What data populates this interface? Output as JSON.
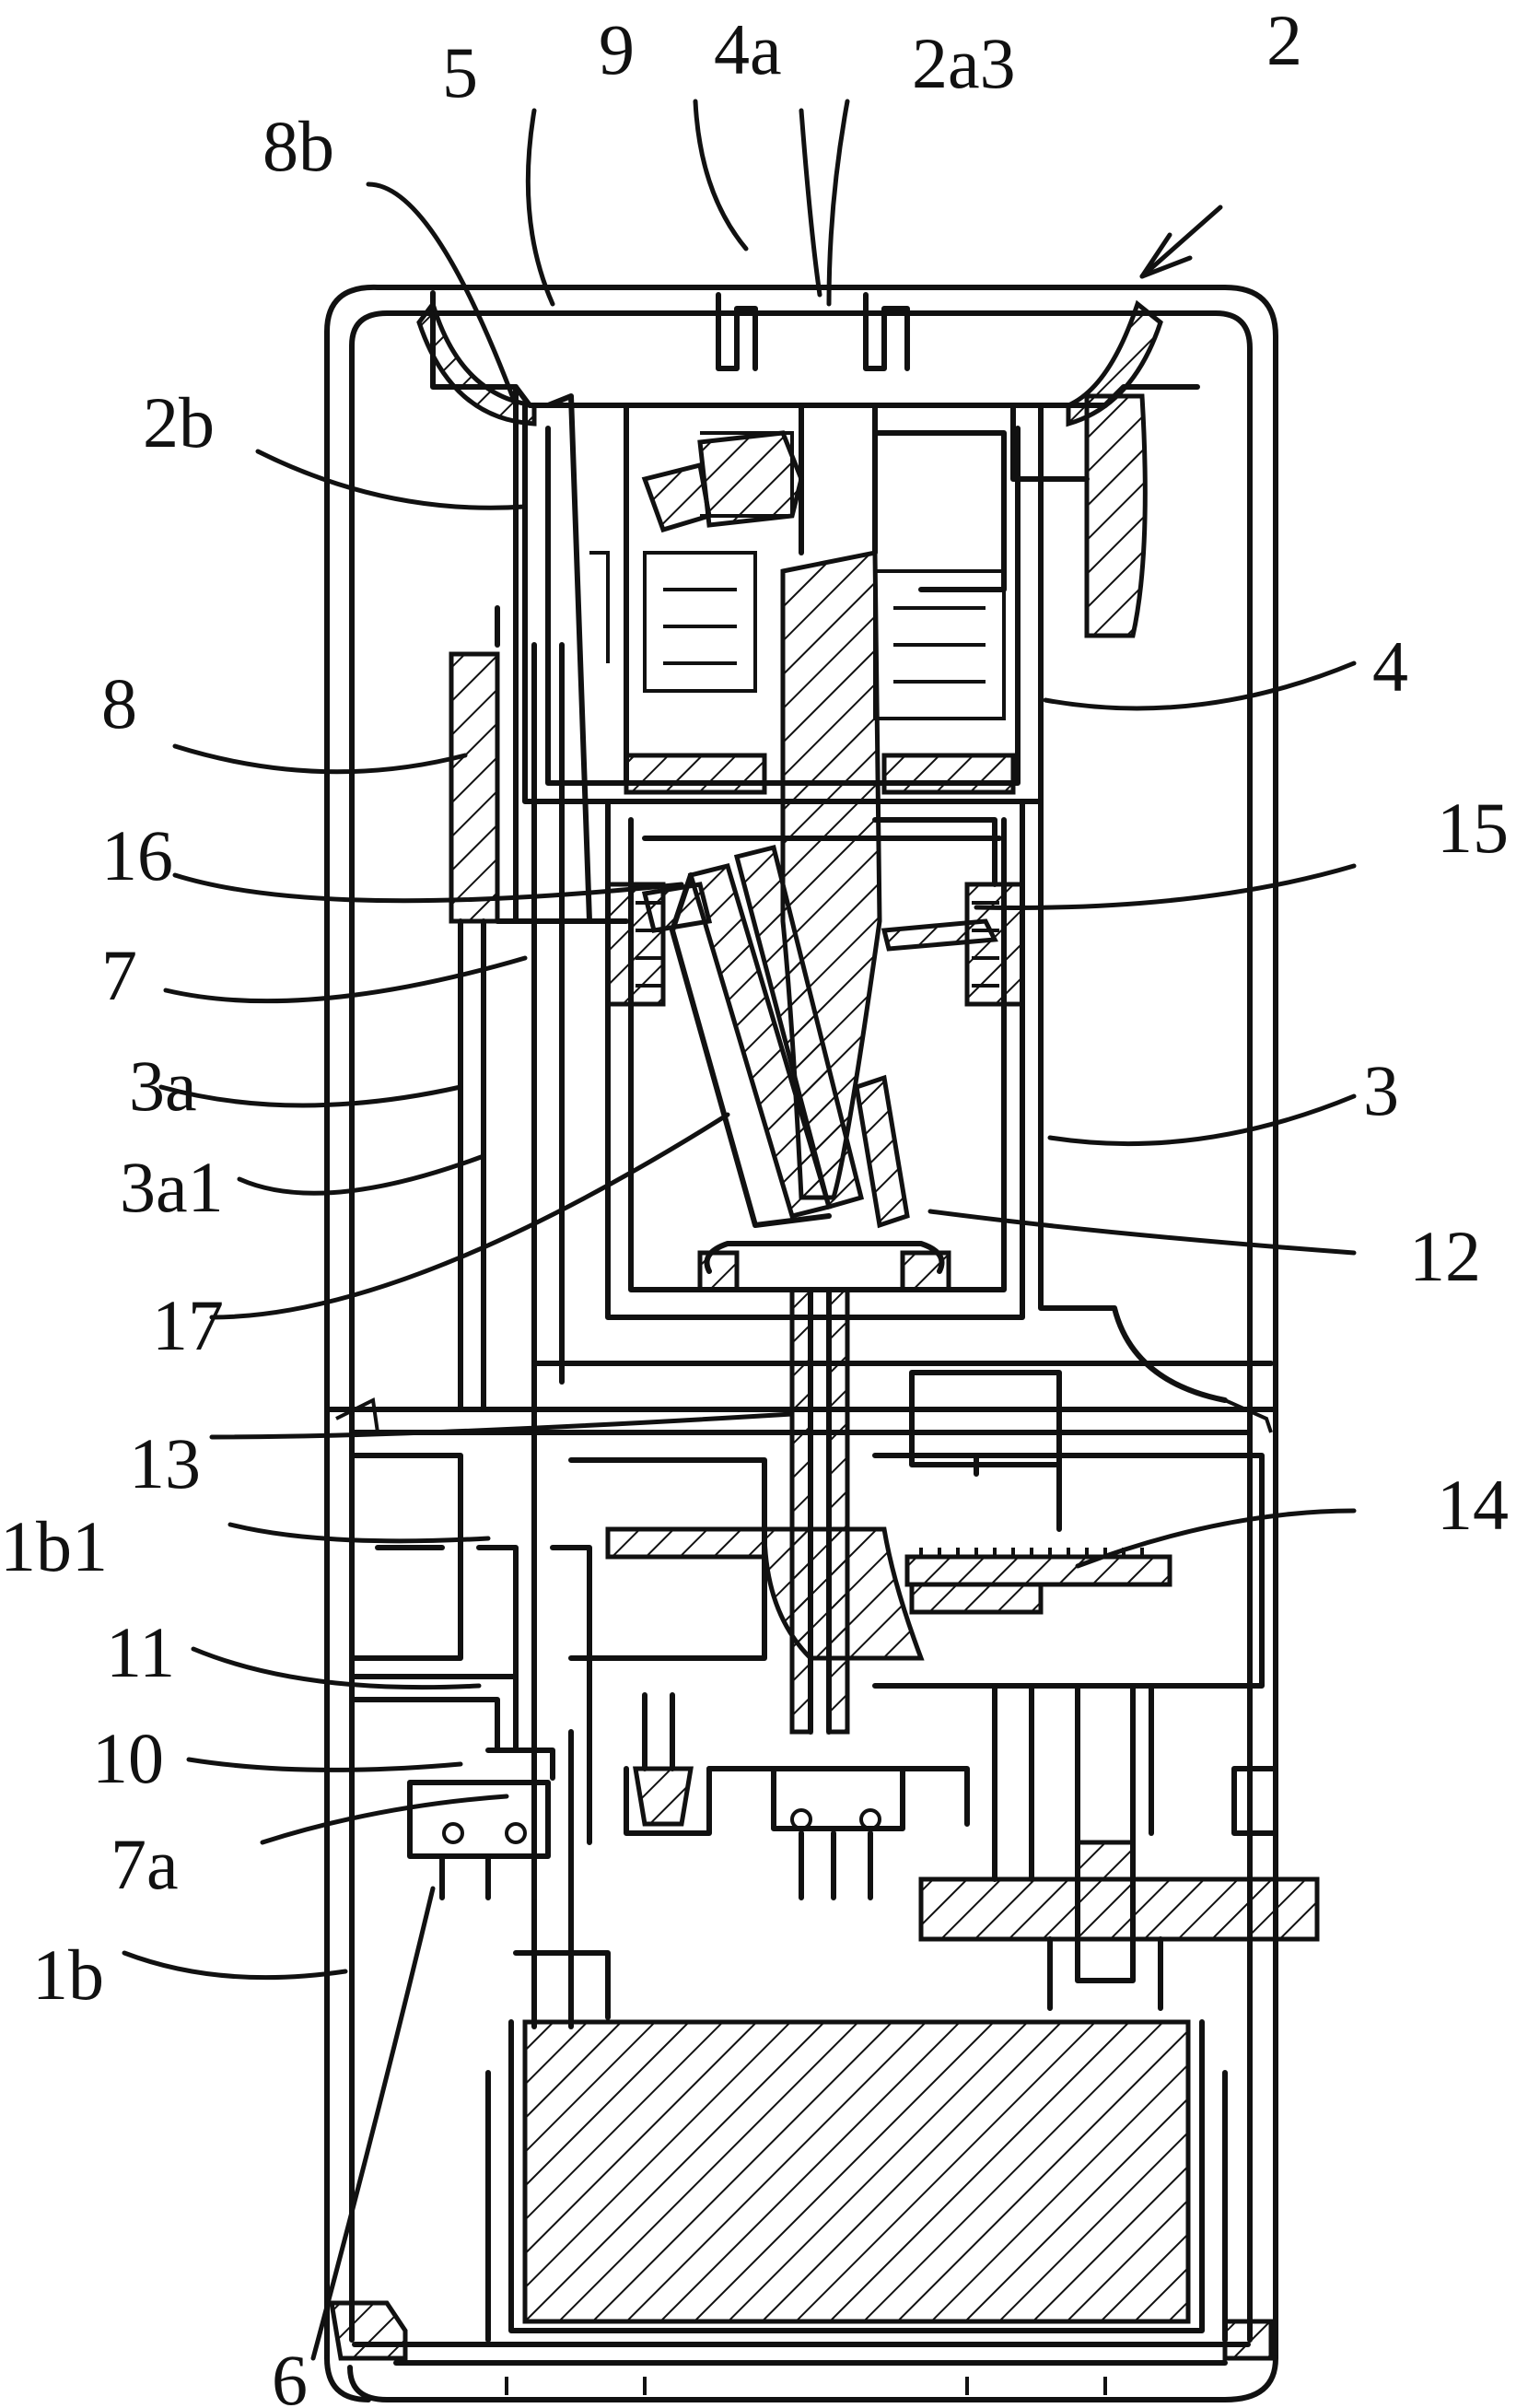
{
  "figure": {
    "labels": {
      "l_2": "2",
      "l_2a3": "2a3",
      "l_4a": "4a",
      "l_9": "9",
      "l_5": "5",
      "l_8b": "8b",
      "l_2b": "2b",
      "l_8": "8",
      "l_16": "16",
      "l_7": "7",
      "l_3a": "3a",
      "l_3a1": "3a1",
      "l_17": "17",
      "l_13": "13",
      "l_1b1": "1b1",
      "l_11": "11",
      "l_10": "10",
      "l_7a": "7a",
      "l_1b": "1b",
      "l_6": "6",
      "l_4": "4",
      "l_15": "15",
      "l_3": "3",
      "l_12": "12",
      "l_14": "14"
    }
  }
}
